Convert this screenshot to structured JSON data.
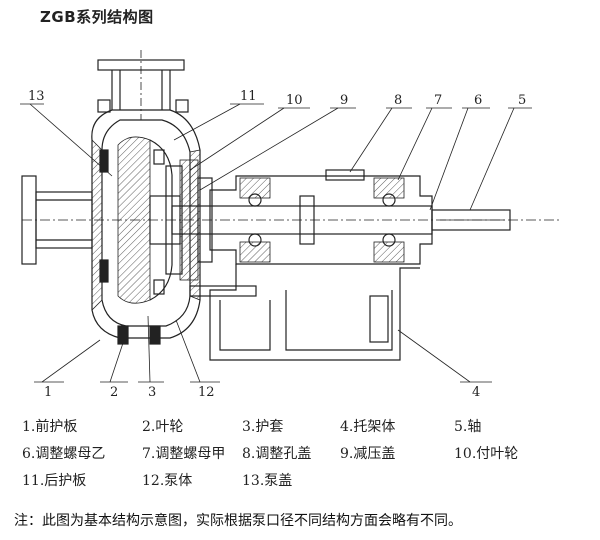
{
  "title": "ZGB系列结构图",
  "callouts": [
    "13",
    "11",
    "10",
    "9",
    "8",
    "7",
    "6",
    "5",
    "1",
    "2",
    "3",
    "12",
    "4"
  ],
  "legend": [
    [
      "1.前护板",
      "2.叶轮",
      "3.护套",
      "4.托架体",
      "5.轴"
    ],
    [
      "6.调整螺母乙",
      "7.调整螺母甲",
      "8.调整孔盖",
      "9.减压盖",
      "10.付叶轮"
    ],
    [
      "11.后护板",
      "12.泵体",
      "13.泵盖"
    ]
  ],
  "note": "注：此图为基本结构示意图，实际根据泵口径不同结构方面会略有不同。"
}
